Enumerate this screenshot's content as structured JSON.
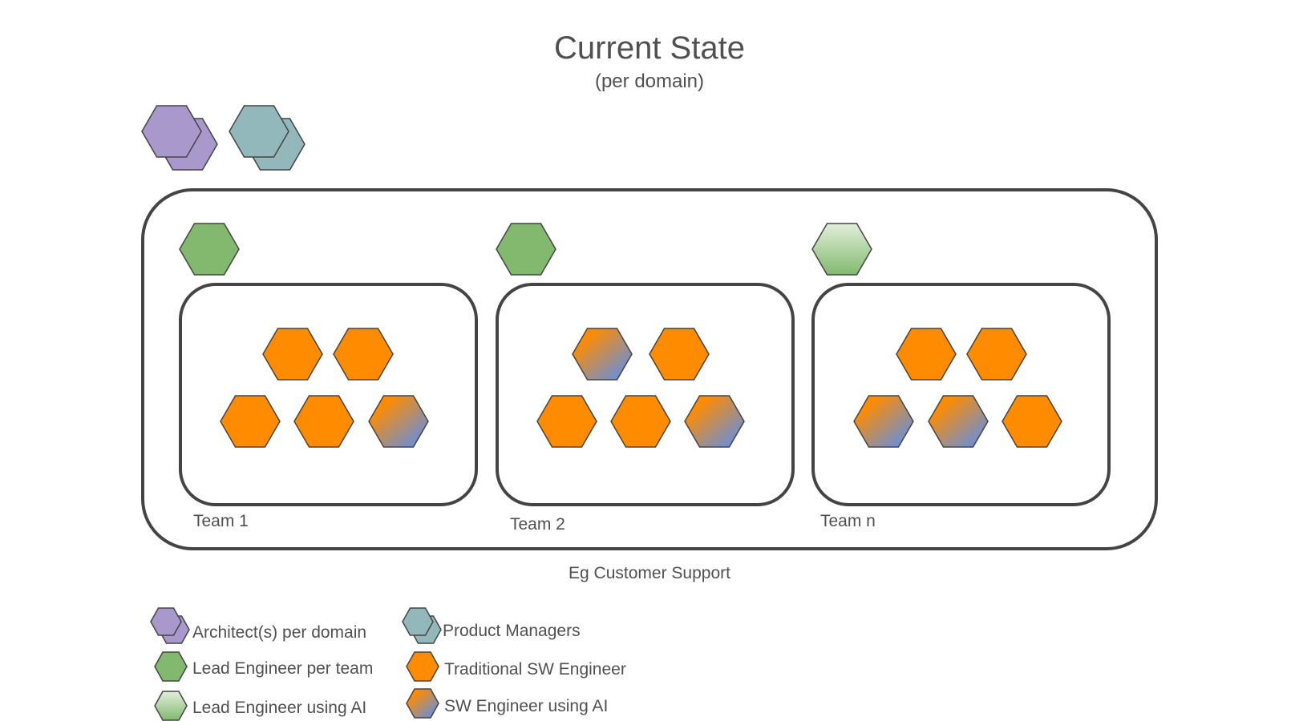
{
  "title": "Current State",
  "subtitle": "(per domain)",
  "domain_label": "Eg Customer Support",
  "teams": [
    {
      "label": "Team 1",
      "lead": "lead",
      "members": [
        "traditional",
        "traditional",
        "traditional",
        "traditional",
        "ai"
      ]
    },
    {
      "label": "Team 2",
      "lead": "lead",
      "members": [
        "ai",
        "traditional",
        "traditional",
        "traditional",
        "ai"
      ]
    },
    {
      "label": "Team n",
      "lead": "lead-ai",
      "members": [
        "traditional",
        "traditional",
        "ai",
        "ai",
        "traditional"
      ]
    }
  ],
  "legend": [
    {
      "key": "architect",
      "label": "Architect(s) per domain"
    },
    {
      "key": "product",
      "label": "Product Managers"
    },
    {
      "key": "lead",
      "label": "Lead Engineer per team"
    },
    {
      "key": "traditional",
      "label": "Traditional SW Engineer"
    },
    {
      "key": "lead-ai",
      "label": "Lead Engineer using AI"
    },
    {
      "key": "ai",
      "label": "SW Engineer using AI"
    }
  ],
  "colors": {
    "architect": "#A898CC",
    "product": "#93B8BC",
    "lead": "#82B96F",
    "lead_ai_top": "#E2EFDA",
    "lead_ai_bottom": "#82B96F",
    "traditional": "#FF8C00",
    "ai_start": "#FF8C00",
    "ai_end": "#6F8FD0",
    "outline": "#444444"
  }
}
